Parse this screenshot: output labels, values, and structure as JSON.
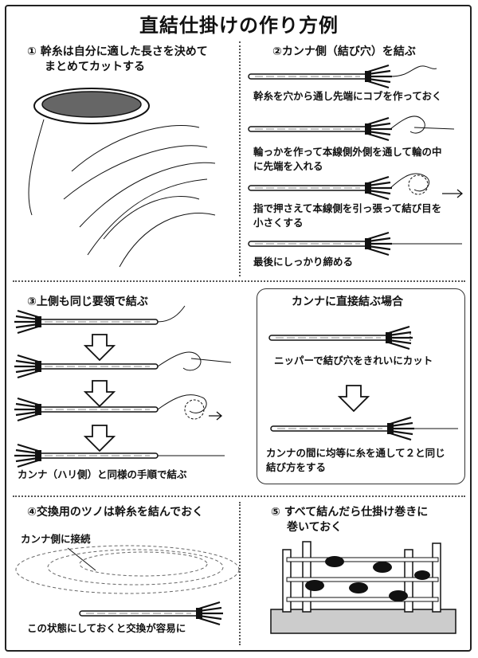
{
  "title": "直結仕掛けの作り方例",
  "sections": {
    "s1": {
      "num": "①",
      "heading_line1": "幹糸は自分に適した長さを決めて",
      "heading_line2": "まとめてカットする"
    },
    "s2": {
      "num": "②",
      "heading": "カンナ側（結び穴）を結ぶ",
      "steps": [
        "幹糸を穴から通し先端にコブを作っておく",
        "輪っかを作って本線側外側を通して輪の中",
        "に先端を入れる",
        "指で押さえて本線側を引っ張って結び目を",
        "小さくする",
        "最後にしっかり締める"
      ]
    },
    "s3": {
      "num": "③",
      "heading": "上側も同じ要領で結ぶ",
      "caption": "カンナ（ハリ側）と同様の手順で結ぶ"
    },
    "box": {
      "heading": "カンナに直接結ぶ場合",
      "step1": "ニッパーで結び穴をきれいにカット",
      "step2_line1": "カンナの間に均等に糸を通して２と同じ",
      "step2_line2": "結び方をする"
    },
    "s4": {
      "num": "④",
      "heading": "交換用のツノは幹糸を結んでおく",
      "label": "カンナ側に接続",
      "caption": "この状態にしておくと交換が容易に"
    },
    "s5": {
      "num": "⑤",
      "heading_line1": "すべて結んだら仕掛け巻きに",
      "heading_line2": "巻いておく"
    }
  }
}
